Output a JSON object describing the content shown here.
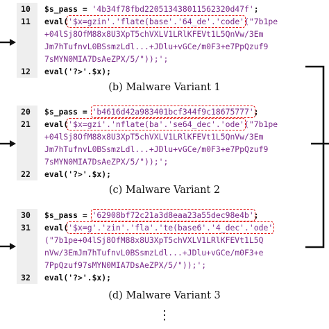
{
  "variants": [
    {
      "caption": "(b) Malware Variant 1",
      "lines": [
        {
          "num": "10",
          "pre": "$s_pass = ",
          "hl": "'4b34f78fbd220513438011562320d47f'",
          "post": ";",
          "hl_style": "plain"
        },
        {
          "num": "11",
          "pre": "eval(",
          "hl": "'$x=gzin'.'flate(base'.'64_de'.'code'",
          "post": "(\"7b1pe",
          "hl_style": "boxed"
        },
        {
          "num": "",
          "text": "+04lSj8OfM88x8U3XpT5chVXLV1LRlKFEVt1L5QnVw/3Em"
        },
        {
          "num": "",
          "text": "Jm7hTufnvL0BSsmzLdl...+JDlu+vGCe/m0F3+e7PpQzuf9"
        },
        {
          "num": "",
          "text": "7sMYN0MIA7DsAeZPX/5/\"));';"
        },
        {
          "num": "12",
          "text": "eval('?>'.$x);"
        }
      ]
    },
    {
      "caption": "(c) Malware Variant 2",
      "lines": [
        {
          "num": "20",
          "pre": "$s_pass = ",
          "hl": "'b4616d42a983401bcf344f9c18675777'",
          "post": ";",
          "hl_style": "boxed"
        },
        {
          "num": "21",
          "pre": "eval(",
          "hl": "'$x=gzi'.'nflate(ba'.'se64_dec'.'ode'",
          "post": "(\"7b1pe",
          "hl_style": "boxed"
        },
        {
          "num": "",
          "text": "+04lSj8OfM88x8U3XpT5chVXLV1LRlKFEVt1L5QnVw/3Em"
        },
        {
          "num": "",
          "text": "Jm7hTufnvL0BSsmzLdl...+JDlu+vGCe/m0F3+e7PpQzuf9"
        },
        {
          "num": "",
          "text": "7sMYN0MIA7DsAeZPX/5/\"));';"
        },
        {
          "num": "22",
          "text": "eval('?>'.$x);"
        }
      ]
    },
    {
      "caption": "(d) Malware Variant 3",
      "lines": [
        {
          "num": "30",
          "pre": "$s_pass = ",
          "hl": "'62908bf72c21a3d8eaa23a55dec98e4b'",
          "post": ";",
          "hl_style": "boxed"
        },
        {
          "num": "31",
          "pre": "eval(",
          "hl": "'$x=g'.'zin'.'fla'.'te(base6'.'4_dec'.'ode'",
          "post": "",
          "hl_style": "boxed"
        },
        {
          "num": "",
          "text": "(\"7b1pe+04lSj8OfM88x8U3XpT5chVXLV1LRlKFEVt1L5Q"
        },
        {
          "num": "",
          "text": "nVw/3EmJm7hTufnvL0BSsmzLdl...+JDlu+vGCe/m0F3+e"
        },
        {
          "num": "",
          "text": "7PpQzuf97sMYN0MIA7DsAeZPX/5/\"));';"
        },
        {
          "num": "32",
          "text": "eval('?>'.$x);"
        }
      ]
    }
  ],
  "ellipsis": "⋮",
  "colors": {
    "code": "#7a2a8a",
    "highlight_box": "#e01010",
    "gutter": "#eeeeee"
  }
}
